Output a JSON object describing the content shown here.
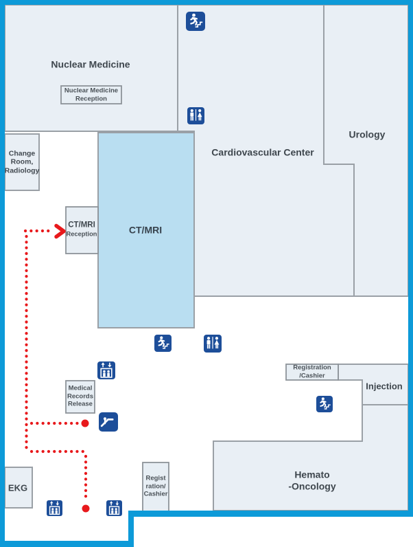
{
  "colors": {
    "frame_blue": "#0d9ad8",
    "room_fill": "#e9eff5",
    "highlight_fill": "#b9def1",
    "wall_gray": "#9aa0a6",
    "icon_blue": "#1d4e99",
    "route_red": "#e8191c",
    "text": "#3f474e"
  },
  "rooms": {
    "nuclear_medicine": {
      "label": "Nuclear Medicine"
    },
    "cardiovascular_center": {
      "label": "Cardiovascular Center"
    },
    "urology": {
      "label": "Urology"
    },
    "ct_mri": {
      "label": "CT/MRI",
      "highlighted": true
    },
    "change_room_radiology": {
      "label": "Change\nRoom,\nRadiology"
    },
    "injection": {
      "label": "Injection"
    },
    "hemato_oncology": {
      "label": "Hemato\n-Oncology"
    },
    "ekg": {
      "label": "EKG"
    }
  },
  "desks": {
    "nuclear_medicine_reception": {
      "label": "Nuclear Medicine\nReception"
    },
    "ct_mri_reception": {
      "title": "CT/MRI",
      "subtitle": "Reception"
    },
    "medical_records_release": {
      "label": "Medical\nRecords\nRelease"
    },
    "registration_cashier_upper": {
      "label": "Registration\n/Cashier"
    },
    "registration_cashier_lower": {
      "label": "Regist\nration/\nCashier"
    }
  },
  "icons": {
    "emergency_exit": {
      "semantic": "emergency-exit-stairs-icon",
      "count": 3
    },
    "restroom": {
      "semantic": "restroom-icon",
      "count": 2
    },
    "elevator": {
      "semantic": "elevator-icon",
      "count": 3
    },
    "escalator": {
      "semantic": "escalator-icon",
      "count": 1
    }
  },
  "route": {
    "style": "red dotted guide path",
    "color": "#e8191c",
    "arrow_points_to": "CT/MRI Reception",
    "endpoint_markers": 2
  }
}
